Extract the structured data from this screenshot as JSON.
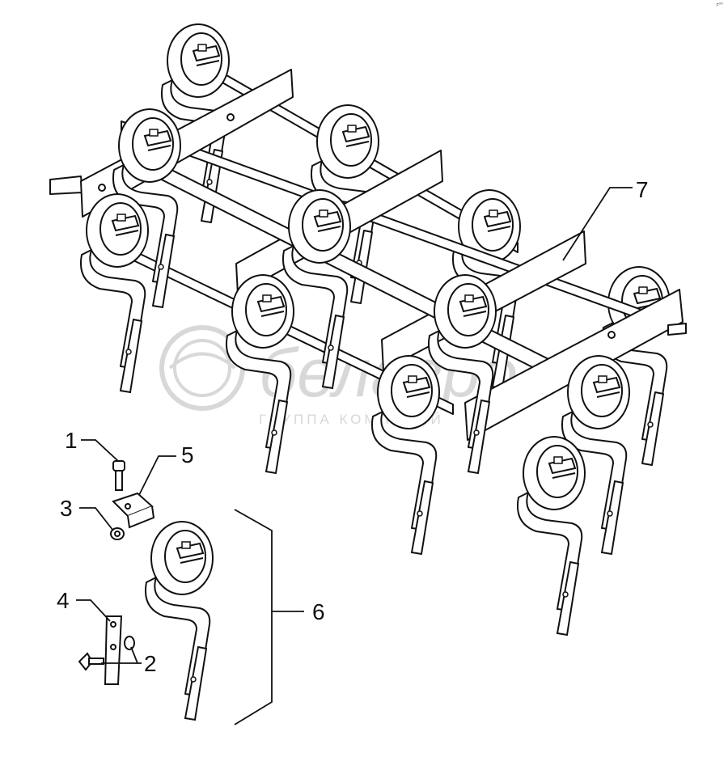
{
  "watermark": {
    "brand": "белагро",
    "tagline": "ГРУППА КОМПАНИЙ"
  },
  "corner_mark": "r⁰⁰",
  "callouts": [
    {
      "id": "1",
      "label": "1"
    },
    {
      "id": "2",
      "label": "2"
    },
    {
      "id": "3",
      "label": "3"
    },
    {
      "id": "4",
      "label": "4"
    },
    {
      "id": "5",
      "label": "5"
    },
    {
      "id": "6",
      "label": "6"
    },
    {
      "id": "7",
      "label": "7"
    }
  ],
  "colors": {
    "line": "#111111",
    "paper": "#ffffff",
    "watermark": "#d4d4d4"
  }
}
